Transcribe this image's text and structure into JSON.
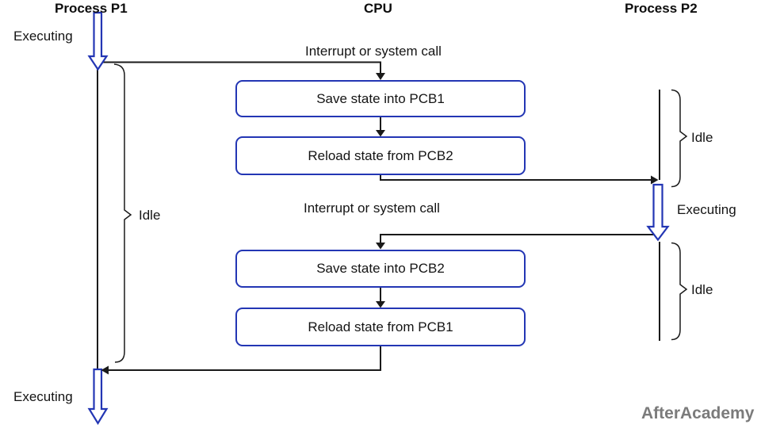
{
  "diagram": {
    "headers": {
      "p1": "Process P1",
      "cpu": "CPU",
      "p2": "Process P2"
    },
    "labels": {
      "executing_top": "Executing",
      "interrupt_1": "Interrupt or system call",
      "idle_p1": "Idle",
      "idle_p2_1": "Idle",
      "executing_p2": "Executing",
      "idle_p2_2": "Idle",
      "interrupt_2": "Interrupt or system call",
      "executing_bottom": "Executing"
    },
    "boxes": {
      "box1": "Save state into PCB1",
      "box2": "Reload state from PCB2",
      "box3": "Save state into PCB2",
      "box4": "Reload state from PCB1"
    },
    "watermark": "AfterAcademy"
  },
  "colors": {
    "accent-blue": "#2336b4",
    "line-black": "#1a1a1a",
    "watermark-gray": "#7b7b7b",
    "bg": "#ffffff"
  }
}
